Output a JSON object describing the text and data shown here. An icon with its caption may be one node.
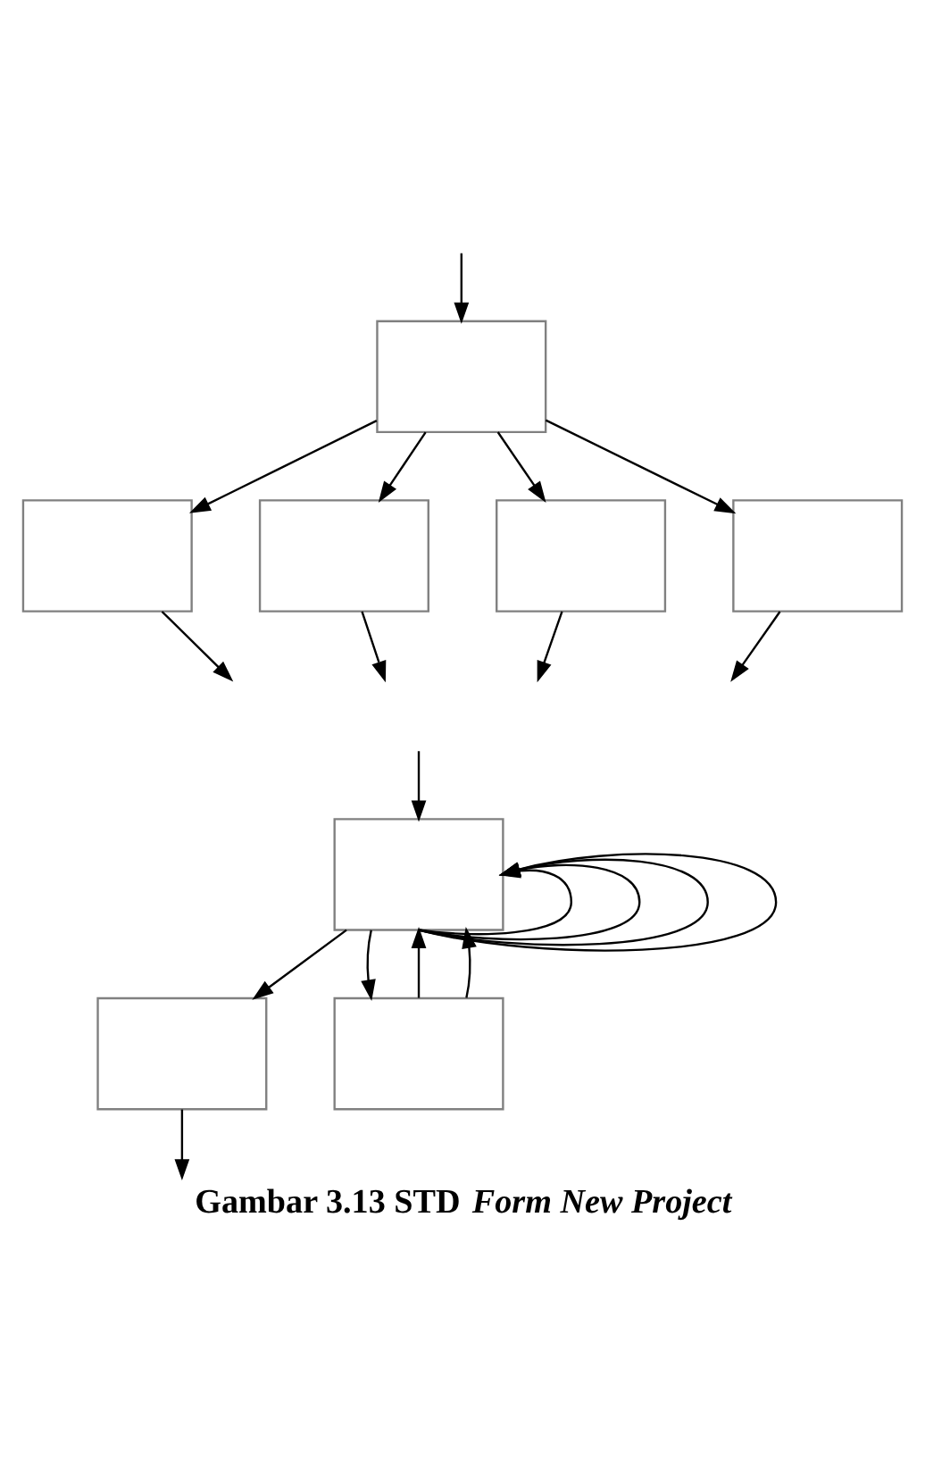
{
  "diagram": {
    "caption": "Gambar 3.13 STD *Form New Project*",
    "nodes": [
      {
        "text": [],
        "shape": "box"
      },
      {
        "text": [],
        "shape": "box"
      },
      {
        "text": [],
        "shape": "box"
      },
      {
        "text": [],
        "shape": "box"
      },
      {
        "text": [],
        "shape": "box"
      },
      {
        "text": [],
        "shape": "box"
      },
      {
        "text": [],
        "shape": "box"
      },
      {
        "text": [],
        "shape": "box"
      }
    ],
    "edges": [
      {
        "from": null,
        "to": 0,
        "arrow": "to"
      },
      {
        "from": 0,
        "to": 1,
        "arrow": "to"
      },
      {
        "from": 0,
        "to": 2,
        "arrow": "to"
      },
      {
        "from": 0,
        "to": 3,
        "arrow": "to"
      },
      {
        "from": 0,
        "to": 4,
        "arrow": "to"
      },
      {
        "from": 1,
        "to": null,
        "arrow": "to"
      },
      {
        "from": 2,
        "to": null,
        "arrow": "to"
      },
      {
        "from": 3,
        "to": null,
        "arrow": "to"
      },
      {
        "from": 4,
        "to": null,
        "arrow": "to"
      },
      {
        "from": null,
        "to": 5,
        "arrow": "to"
      },
      {
        "from": 5,
        "to": 6,
        "arrow": "to"
      },
      {
        "from": 5,
        "to": 5,
        "arrow": "to"
      },
      {
        "from": 5,
        "to": 5,
        "arrow": "to"
      },
      {
        "from": 5,
        "to": 5,
        "arrow": "to"
      },
      {
        "from": 5,
        "to": 5,
        "arrow": "to"
      },
      {
        "from": 5,
        "to": 7,
        "arrow": "to"
      },
      {
        "from": 7,
        "to": 5,
        "arrow": "to"
      },
      {
        "from": 7,
        "to": 5,
        "arrow": "to"
      },
      {
        "from": 6,
        "to": null,
        "arrow": "to"
      }
    ]
  }
}
